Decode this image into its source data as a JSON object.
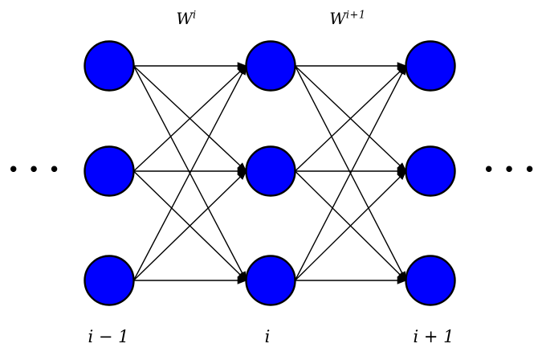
{
  "colors": {
    "node_fill": "#0000ff",
    "node_stroke": "#000000",
    "edge": "#000000",
    "background": "#ffffff",
    "text": "#000000"
  },
  "network": {
    "type": "fully-connected",
    "nodes_per_layer": 3,
    "layers": [
      {
        "id": "prev",
        "label": "i − 1"
      },
      {
        "id": "current",
        "label": "i"
      },
      {
        "id": "next",
        "label": "i + 1"
      }
    ],
    "weights": [
      {
        "base": "W",
        "sup": "i"
      },
      {
        "base": "W",
        "sup": "i+1"
      }
    ],
    "ellipsis_left": "•••",
    "ellipsis_right": "•••"
  }
}
